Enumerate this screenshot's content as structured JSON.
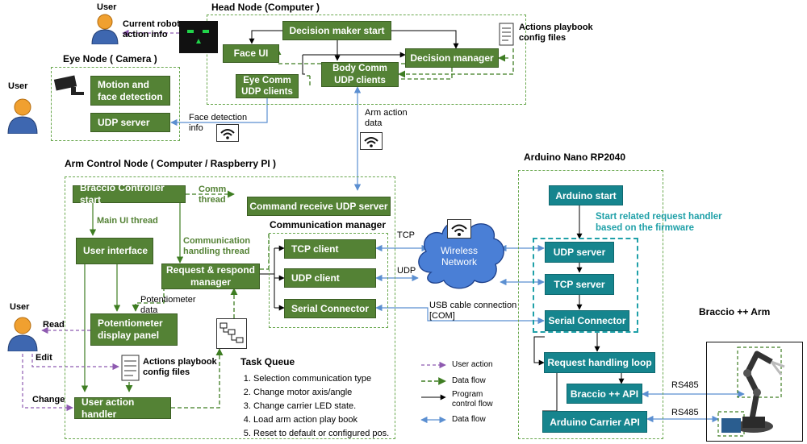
{
  "users": {
    "label": "User"
  },
  "head_node": {
    "title": "Head Node (Computer )",
    "decision_maker_start": "Decision maker start",
    "face_ui": "Face UI",
    "decision_manager": "Decision manager",
    "eye_comm": "Eye Comm\nUDP clients",
    "body_comm": "Body Comm\nUDP clients",
    "playbook_label": "Actions playbook\nconfig files",
    "robot_info_label": "Current robot\naction info"
  },
  "eye_node": {
    "title": "Eye Node ( Camera )",
    "motion_detection": "Motion and\nface detection",
    "udp_server": "UDP server",
    "face_detection_info": "Face detection\ninfo"
  },
  "arm_action_data": "Arm action\ndata",
  "arm_node": {
    "title": "Arm Control Node ( Computer / Raspberry PI )",
    "braccio_start": "Braccio Controller start",
    "comm_thread": "Comm\nthread",
    "command_receive": "Command receive UDP server",
    "main_ui_thread": "Main UI thread",
    "comm_handling_thread": "Communication\nhandling thread",
    "user_interface": "User interface",
    "request_respond": "Request & respond\nmanager",
    "potentiometer_data": "Potentiometer\ndata",
    "potentiometer_panel": "Potentiometer\ndisplay panel",
    "playbook_label": "Actions playbook\nconfig files",
    "user_action_handler": "User action handler",
    "task_queue_title": "Task Queue",
    "tasks": [
      "Selection communication type",
      "Change motor axis/angle",
      "Change carrier LED state.",
      "Load arm action play book",
      "Reset to default or configured pos."
    ],
    "comm_manager_title": "Communication manager",
    "tcp_client": "TCP client",
    "udp_client": "UDP client",
    "serial_connector": "Serial Connector"
  },
  "edges": {
    "read": "Read",
    "edit": "Edit",
    "change": "Change",
    "tcp": "TCP",
    "udp": "UDP",
    "usb": "USB cable connection\n[COM]",
    "rs485_a": "RS485",
    "rs485_b": "RS485"
  },
  "network": {
    "label": "Wireless\nNetwork"
  },
  "arduino": {
    "title": "Arduino Nano RP2040",
    "start": "Arduino start",
    "handler_note": "Start related request handler\nbased on the firmware",
    "udp_server": "UDP server",
    "tcp_server": "TCP server",
    "serial_connector": "Serial Connector",
    "request_loop": "Request handling loop",
    "braccio_api": "Braccio ++ API",
    "carrier_api": "Arduino Carrier API"
  },
  "braccio_arm": {
    "title": "Braccio ++ Arm"
  },
  "legend": {
    "user_action": "User action",
    "data_flow": "Data flow",
    "program_control": "Program\ncontrol flow",
    "data_flow_blue": "Data flow"
  },
  "colors": {
    "green_box": "#548235",
    "teal_box": "#16858e",
    "user_action": "#8e5ab0",
    "data_flow": "#3e7d22",
    "data_flow_blue": "#5b8fd1",
    "control": "#000000"
  }
}
